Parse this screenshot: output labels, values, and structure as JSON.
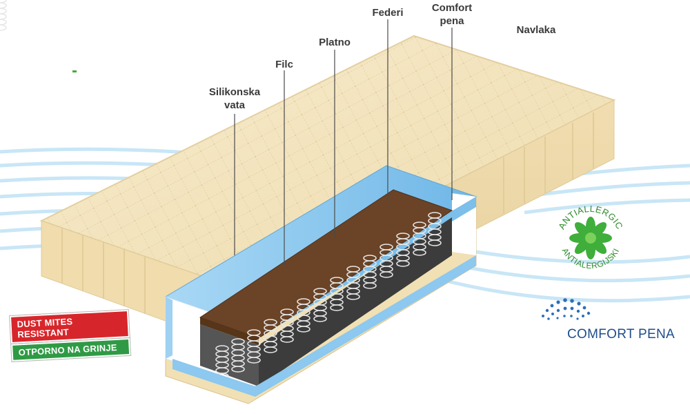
{
  "labels": {
    "silikonska": "Silikonska\nvata",
    "filc": "Filc",
    "platno": "Platno",
    "federi": "Federi",
    "comfort": "Comfort\npena",
    "navlaka": "Navlaka"
  },
  "badge": {
    "line1": "DUST MITES RESISTANT",
    "line2": "OTPORNO NA GRINJE"
  },
  "antiallergic": {
    "top": "ANTIALLERGIC",
    "bottom": "ANTIALERGIJSKI"
  },
  "comfort_pena_logo": "COMFORT PENA",
  "colors": {
    "cover": "#f3e3bb",
    "foam": "#8ec9ef",
    "felt": "#6b4326",
    "badge_red": "#d7262b",
    "badge_green": "#2f9a45",
    "logo_blue": "#1f4d8a",
    "leaf_green": "#3fae3a"
  }
}
